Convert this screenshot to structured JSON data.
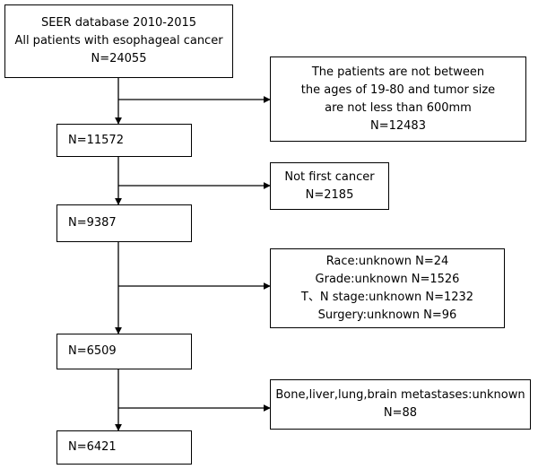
{
  "flowchart": {
    "main": [
      {
        "lines": [
          "SEER database 2010-2015",
          "All patients with esophageal cancer",
          "N=24055"
        ]
      },
      {
        "lines": [
          "N=11572"
        ]
      },
      {
        "lines": [
          "N=9387"
        ]
      },
      {
        "lines": [
          "N=6509"
        ]
      },
      {
        "lines": [
          "N=6421"
        ]
      }
    ],
    "excluded": [
      {
        "lines": [
          "The patients are not between",
          "the ages of 19-80 and tumor size",
          "are not less than 600mm",
          "N=12483"
        ]
      },
      {
        "lines": [
          "Not first cancer",
          "N=2185"
        ]
      },
      {
        "lines": [
          "Race:unknown N=24",
          "Grade:unknown N=1526",
          "T、N stage:unknown N=1232",
          "Surgery:unknown N=96"
        ]
      },
      {
        "lines": [
          "Bone,liver,lung,brain metastases:unknown",
          "N=88"
        ]
      }
    ]
  },
  "colors": {
    "line": "#000000",
    "box_border": "#000000",
    "background": "#ffffff"
  }
}
